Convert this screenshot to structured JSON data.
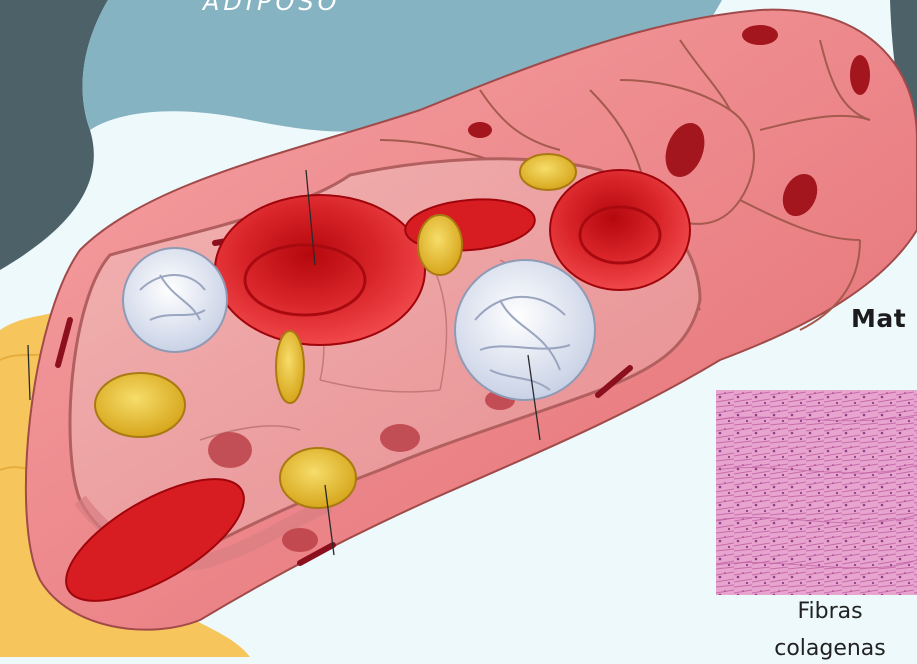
{
  "header_blob_text": "ADIPOSO",
  "matrix_label": "Mat",
  "histology_caption": {
    "line1": "Fibras",
    "line2": "colagenas"
  },
  "colors": {
    "background": "#eef9fc",
    "dark_blob": "#4d6268",
    "light_blob": "#86b3c1",
    "vessel_wall": "#ec8b8e",
    "red_blood_cell": "#d81d22",
    "platelet": "#edc63b",
    "adipose": "#f6c65c",
    "histology_pink": "#e7a4cf"
  }
}
